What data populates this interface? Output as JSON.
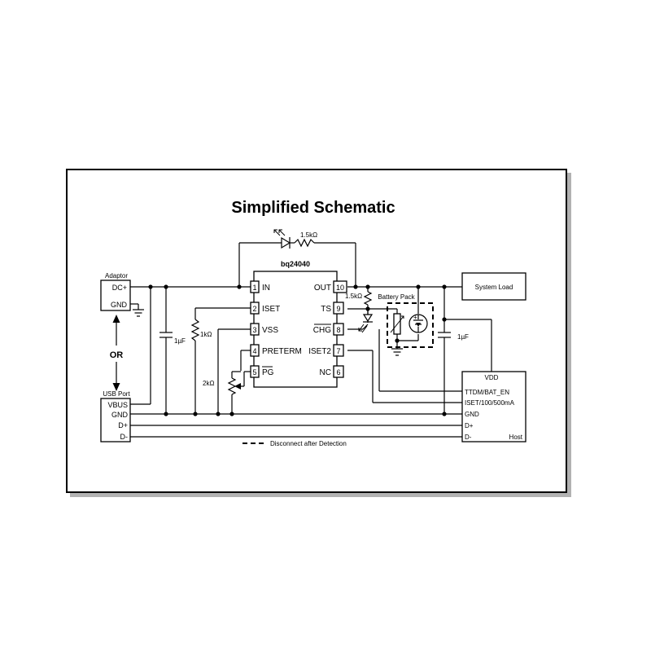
{
  "title": "Simplified Schematic",
  "ic": {
    "part": "bq24040",
    "pins_left": [
      {
        "num": "1",
        "name": "IN"
      },
      {
        "num": "2",
        "name": "ISET"
      },
      {
        "num": "3",
        "name": "VSS"
      },
      {
        "num": "4",
        "name": "PRETERM"
      },
      {
        "num": "5",
        "name": "PG"
      }
    ],
    "pins_right": [
      {
        "num": "10",
        "name": "OUT"
      },
      {
        "num": "9",
        "name": "TS"
      },
      {
        "num": "8",
        "name": "CHG"
      },
      {
        "num": "7",
        "name": "ISET2"
      },
      {
        "num": "6",
        "name": "NC"
      }
    ]
  },
  "adaptor": {
    "label": "Adaptor",
    "pins": [
      "DC+",
      "GND"
    ]
  },
  "usb": {
    "label": "USB Port",
    "pins": [
      "VBUS",
      "GND",
      "D+",
      "D-"
    ]
  },
  "or_label": "OR",
  "components": {
    "led_resistor": "1.5kΩ",
    "cap_in": "1µF",
    "iset_resistor": "1kΩ",
    "preterm_pot": "2kΩ",
    "ts_resistor": "1.5kΩ",
    "cap_out": "1µF",
    "battery_pack": "Battery Pack"
  },
  "system_load": "System Load",
  "host": {
    "label": "Host",
    "pins": [
      "VDD",
      "TTDM/BAT_EN",
      "ISET/100/500mA",
      "GND",
      "D+",
      "D-"
    ]
  },
  "legend": "Disconnect after Detection"
}
